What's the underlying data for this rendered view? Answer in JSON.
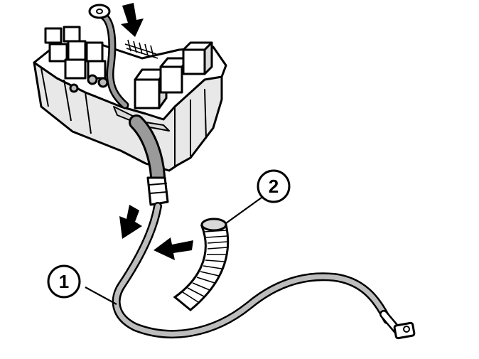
{
  "callouts": [
    {
      "id": "1",
      "label": "1"
    },
    {
      "id": "2",
      "label": "2"
    }
  ],
  "colors": {
    "line": "#000000",
    "fill": "#ffffff",
    "shade": "#d9d9d9",
    "dark_shade": "#9a9a9a"
  },
  "icons": {
    "arrow": "direction-arrow-icon"
  }
}
